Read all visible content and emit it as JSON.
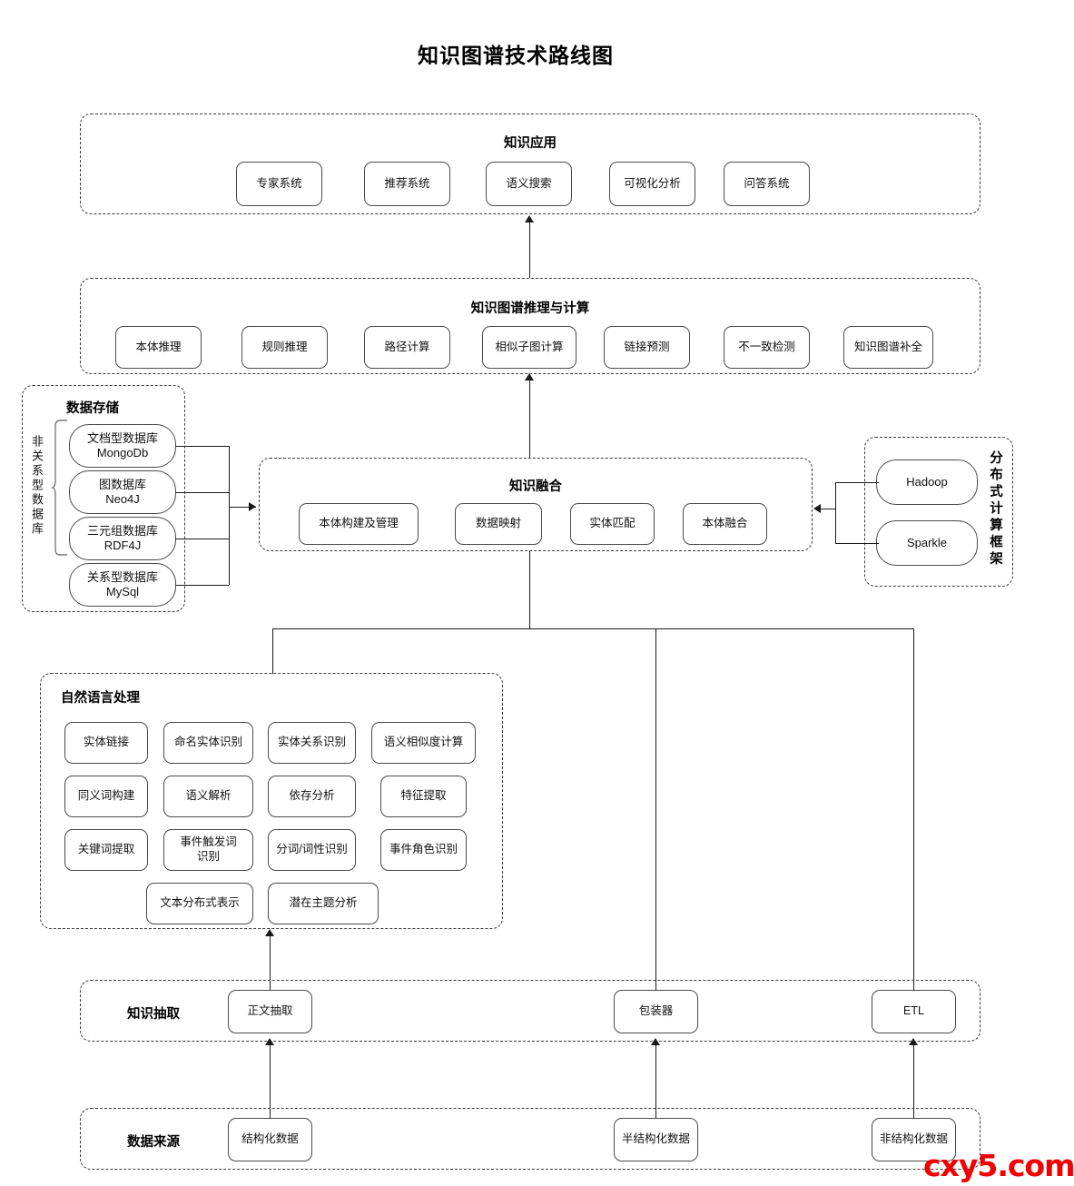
{
  "title": "知识图谱技术路线图",
  "watermark": "cxy5.com",
  "colors": {
    "border": "#4a4a4a",
    "group_border": "#3a3a3a",
    "connector": "#1a1a1a",
    "watermark": "#f00000",
    "background": "#ffffff"
  },
  "layers": {
    "application": {
      "title": "知识应用",
      "items": [
        {
          "label": "专家系统"
        },
        {
          "label": "推荐系统"
        },
        {
          "label": "语义搜索"
        },
        {
          "label": "可视化分析"
        },
        {
          "label": "问答系统"
        }
      ]
    },
    "reasoning": {
      "title": "知识图谱推理与计算",
      "items": [
        {
          "label": "本体推理"
        },
        {
          "label": "规则推理"
        },
        {
          "label": "路径计算"
        },
        {
          "label": "相似子图计算"
        },
        {
          "label": "链接预测"
        },
        {
          "label": "不一致检测"
        },
        {
          "label": "知识图谱补全"
        }
      ]
    },
    "storage": {
      "title": "数据存储",
      "side_label": "非关系型数据库",
      "items": [
        {
          "line1": "文档型数据库",
          "line2": "MongoDb"
        },
        {
          "line1": "图数据库",
          "line2": "Neo4J"
        },
        {
          "line1": "三元组数据库",
          "line2": "RDF4J"
        },
        {
          "line1": "关系型数据库",
          "line2": "MySql"
        }
      ]
    },
    "fusion": {
      "title": "知识融合",
      "items": [
        {
          "label": "本体构建及管理"
        },
        {
          "label": "数据映射"
        },
        {
          "label": "实体匹配"
        },
        {
          "label": "本体融合"
        }
      ]
    },
    "distributed": {
      "side_label": "分布式计算框架",
      "items": [
        {
          "label": "Hadoop"
        },
        {
          "label": "Sparkle"
        }
      ]
    },
    "nlp": {
      "title": "自然语言处理",
      "items": [
        {
          "label": "实体链接"
        },
        {
          "label": "命名实体识别"
        },
        {
          "label": "实体关系识别"
        },
        {
          "label": "语义相似度计算"
        },
        {
          "label": "同义词构建"
        },
        {
          "label": "语义解析"
        },
        {
          "label": "依存分析"
        },
        {
          "label": "特征提取"
        },
        {
          "label": "关键词提取"
        },
        {
          "line1": "事件触发词",
          "line2": "识别"
        },
        {
          "label": "分词/词性识别"
        },
        {
          "label": "事件角色识别"
        },
        {
          "label": "文本分布式表示"
        },
        {
          "label": "潜在主题分析"
        }
      ]
    },
    "extraction": {
      "title": "知识抽取",
      "items": [
        {
          "label": "正文抽取"
        },
        {
          "label": "包装器"
        },
        {
          "label": "ETL"
        }
      ]
    },
    "source": {
      "title": "数据来源",
      "items": [
        {
          "label": "结构化数据"
        },
        {
          "label": "半结构化数据"
        },
        {
          "label": "非结构化数据"
        }
      ]
    }
  }
}
